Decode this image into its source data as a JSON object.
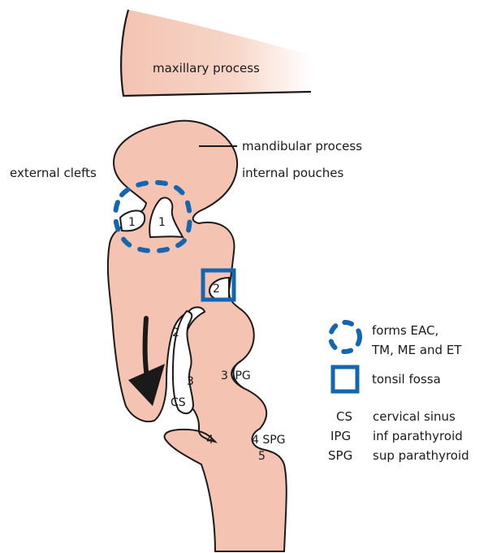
{
  "labels": {
    "maxillary": "maxillary process",
    "mandibular": "mandibular process",
    "external_clefts": "external clefts",
    "internal_pouches": "internal pouches"
  },
  "numbers": {
    "cleft1": "1",
    "pouch1": "1",
    "pouch2_box": "2",
    "cleft2": "2",
    "cleft3": "3",
    "cs": "CS",
    "pouch3": "3 IPG",
    "cleft4": "4",
    "pouch4": "4 SPG",
    "pouch5": "5"
  },
  "legend": {
    "items": [
      {
        "label_line1": "forms EAC,",
        "label_line2": "TM, ME and ET",
        "symbol": "dashed-circle"
      },
      {
        "label": "tonsil fossa",
        "symbol": "square"
      }
    ],
    "abbreviations": [
      {
        "abbr": "CS",
        "meaning": "cervical sinus"
      },
      {
        "abbr": "IPG",
        "meaning": "inf parathyroid"
      },
      {
        "abbr": "SPG",
        "meaning": "sup parathyroid"
      }
    ]
  },
  "colors": {
    "tissue": "#f4c3b2",
    "blue": "#1566b0",
    "arrow": "#1a1a1a"
  }
}
